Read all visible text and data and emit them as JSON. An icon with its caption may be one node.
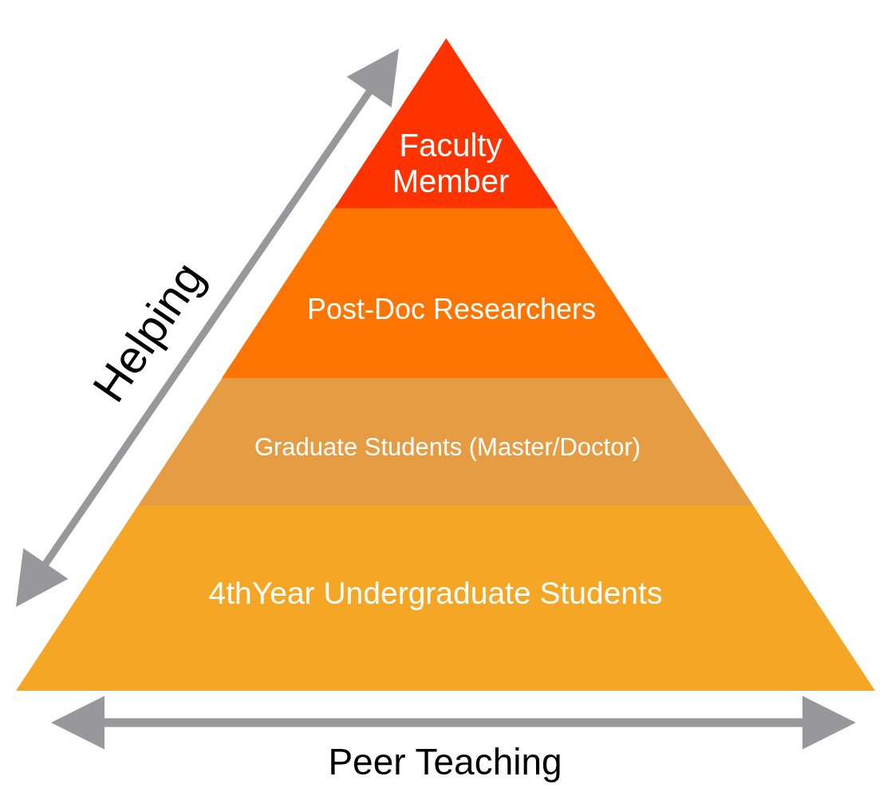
{
  "diagram": {
    "nodes": [
      {
        "text": [
          "Faculty Member"
        ]
      },
      {
        "text": [
          "Post-Doc Researchers"
        ]
      },
      {
        "text": [
          "Graduate Students (Master/Doctor)"
        ]
      },
      {
        "text": [
          "4thYear Undergraduate Students"
        ]
      }
    ],
    "labels": [
      "Helping",
      "Peer Teaching"
    ]
  }
}
